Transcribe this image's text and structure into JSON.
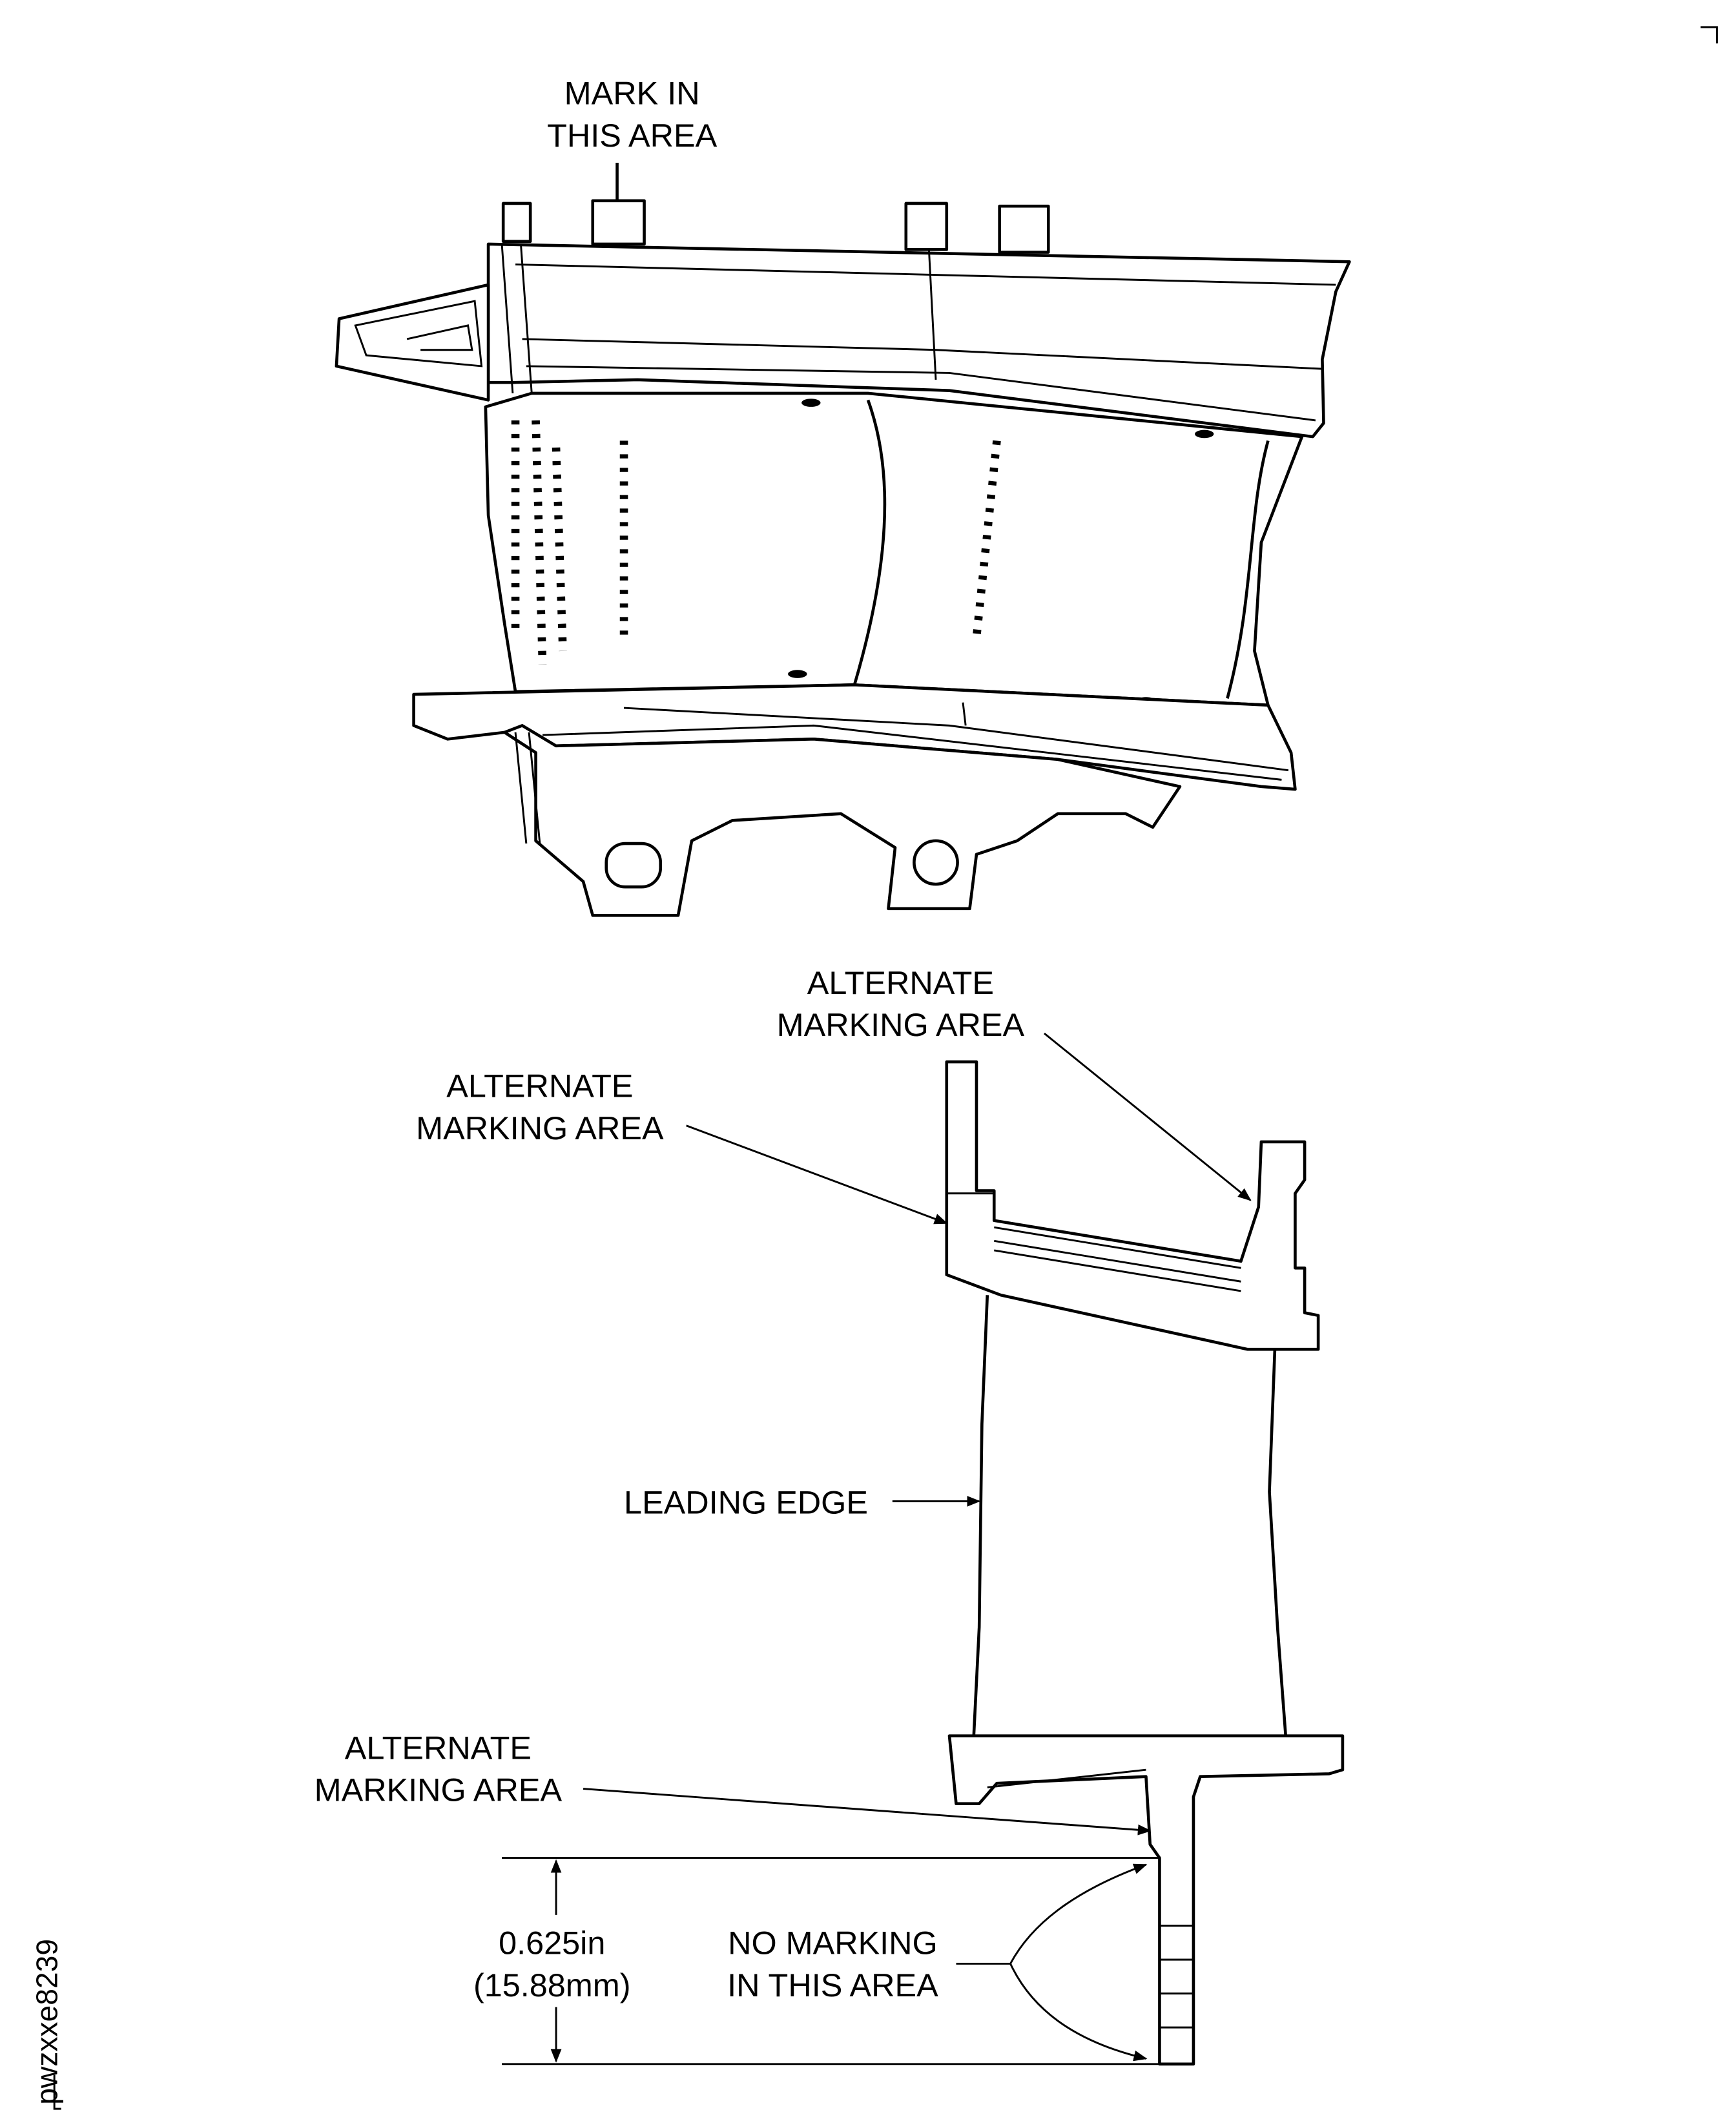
{
  "figure": {
    "id_label": "pwzxxe8239",
    "top_view": {
      "mark_label_line1": "MARK IN",
      "mark_label_line2": "THIS AREA"
    },
    "side_view": {
      "alt_top_right_line1": "ALTERNATE",
      "alt_top_right_line2": "MARKING AREA",
      "alt_top_left_line1": "ALTERNATE",
      "alt_top_left_line2": "MARKING AREA",
      "leading_edge": "LEADING EDGE",
      "alt_bottom_line1": "ALTERNATE",
      "alt_bottom_line2": "MARKING AREA",
      "dimension_in": "0.625in",
      "dimension_mm": "(15.88mm)",
      "no_marking_line1": "NO MARKING",
      "no_marking_line2": "IN THIS AREA"
    }
  }
}
